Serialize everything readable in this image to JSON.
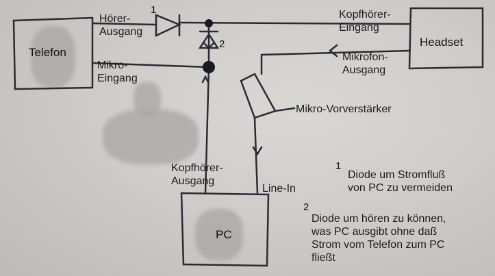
{
  "devices": {
    "phone": "Telefon",
    "headset": "Headset",
    "pc": "PC"
  },
  "ports": {
    "phone_out": [
      "Hörer-",
      "Ausgang"
    ],
    "phone_in": [
      "Mikro-",
      "Eingang"
    ],
    "headset_in": [
      "Kopfhörer-",
      "Eingang"
    ],
    "headset_out": [
      "Mikrofon-",
      "Ausgang"
    ],
    "pc_out": [
      "Kopfhörer-",
      "Ausgang"
    ],
    "pc_in": "Line-In"
  },
  "components": {
    "preamp": "Mikro-Vorverstärker",
    "diode1_num": "1",
    "diode2_num": "2"
  },
  "notes": [
    {
      "num": "1",
      "lines": [
        "Diode um Stromfluß",
        "von PC zu vermeiden"
      ]
    },
    {
      "num": "2",
      "lines": [
        "Diode um hören zu können,",
        "was PC ausgibt ohne daß",
        "Strom vom Telefon zum PC",
        "fließt"
      ]
    }
  ]
}
